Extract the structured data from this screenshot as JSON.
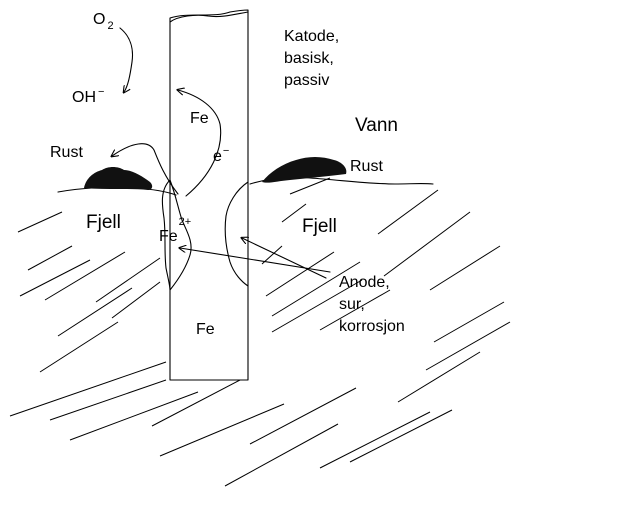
{
  "labels": {
    "o2": "O",
    "o2_sub": "2",
    "oh": "OH",
    "oh_sup": "−",
    "katode_line1": "Katode,",
    "katode_line2": "basisk,",
    "katode_line3": "passiv",
    "vann": "Vann",
    "rust_left": "Rust",
    "rust_right": "Rust",
    "fe_top": "Fe",
    "electron": "e",
    "electron_sup": "−",
    "fjell_left": "Fjell",
    "fjell_right": "Fjell",
    "fe_ion": "Fe",
    "fe_ion_sup": "2+",
    "anode_line1": "Anode,",
    "anode_line2": "sur,",
    "anode_line3": "korrosjon",
    "fe_bottom": "Fe"
  }
}
